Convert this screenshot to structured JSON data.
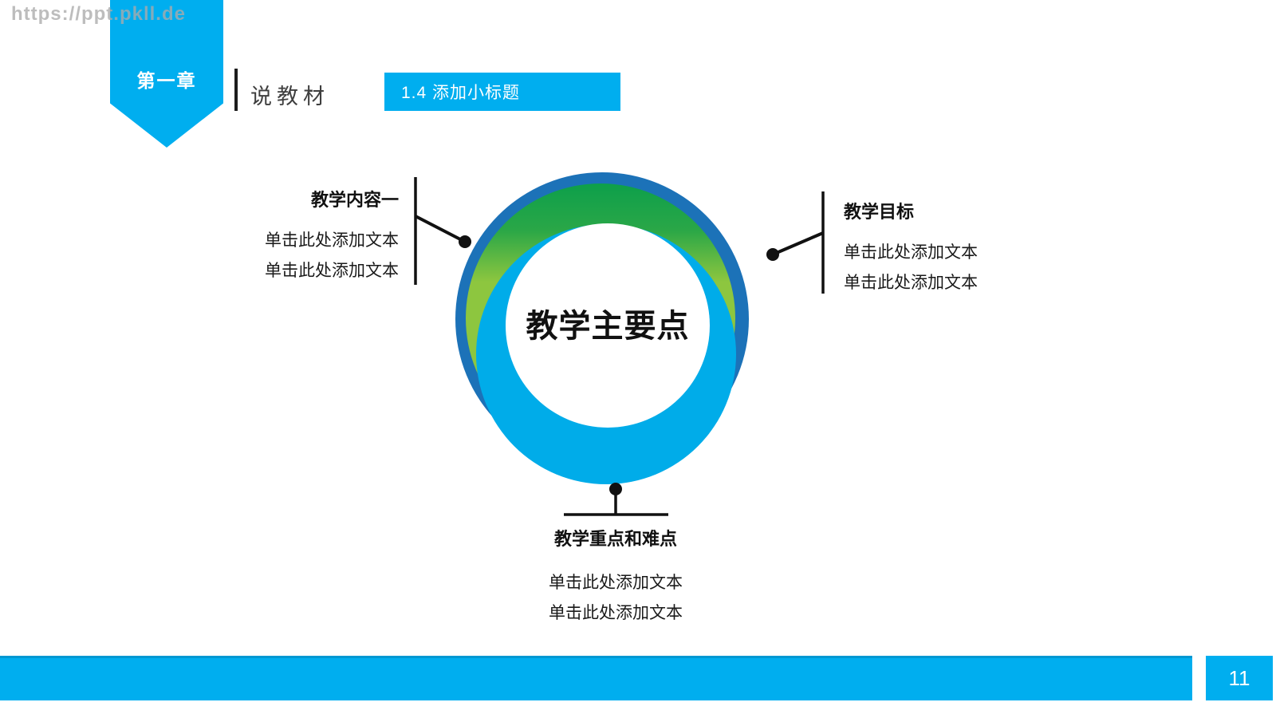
{
  "watermark": {
    "text": "https://ppt.pkll.de"
  },
  "header": {
    "chapter": "第一章",
    "section": "说教材",
    "subtitle": "1.4  添加小标题"
  },
  "diagram": {
    "center": "教学主要点",
    "left": {
      "title": "教学内容一",
      "lines": [
        "单击此处添加文本",
        "单击此处添加文本"
      ]
    },
    "right": {
      "title": "教学目标",
      "lines": [
        "单击此处添加文本",
        "单击此处添加文本"
      ]
    },
    "bottom": {
      "title": "教学重点和难点",
      "lines": [
        "单击此处添加文本",
        "单击此处添加文本"
      ]
    }
  },
  "footer": {
    "page": "11"
  },
  "colors": {
    "accent": "#00AEEF",
    "ring_dark_blue": "#1C72B8",
    "ring_dark_green": "#0C9F4B",
    "ring_mid_green": "#2AA747",
    "ring_light_green": "#8DC63F",
    "ring_light_blue": "#00ACE9",
    "connector": "#111111"
  }
}
